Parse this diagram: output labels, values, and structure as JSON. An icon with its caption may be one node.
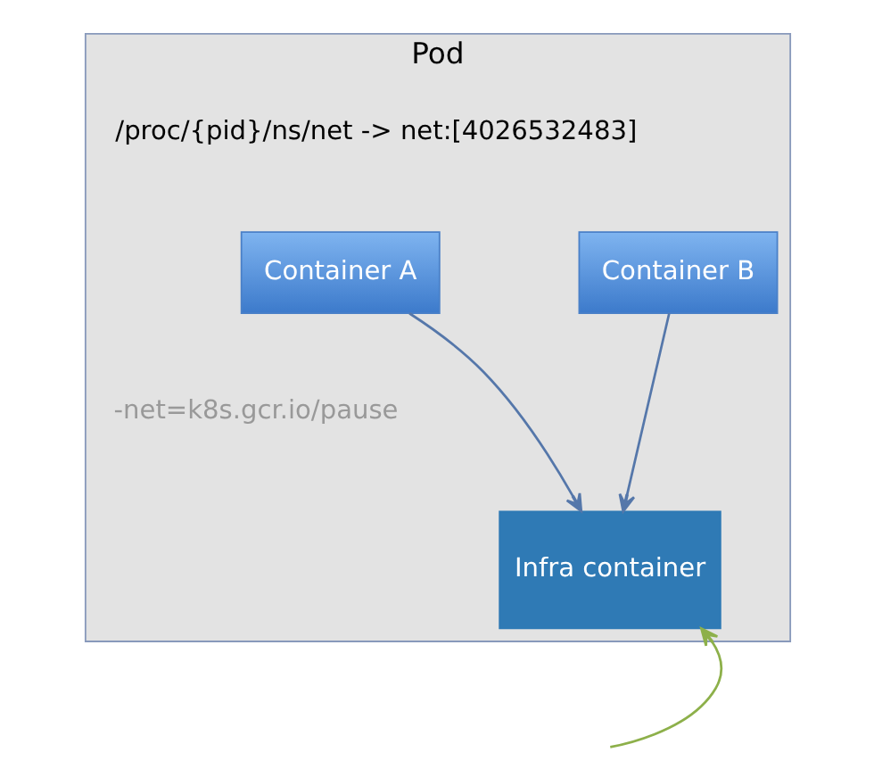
{
  "diagram": {
    "nodes": [
      {
        "text": [
          "Pod"
        ]
      },
      {
        "text": [
          "Container A"
        ],
        "in": 0
      },
      {
        "text": [
          "Container B"
        ],
        "in": 0
      },
      {
        "text": [
          "Infra container"
        ],
        "in": 0
      }
    ],
    "edges": [
      {
        "from": 1,
        "to": 3,
        "arrow": "to"
      },
      {
        "from": 2,
        "to": 3,
        "arrow": "to"
      },
      {
        "from": null,
        "to": 3,
        "arrow": "to",
        "color": "#8db04a"
      }
    ],
    "labels": [
      "/proc/{pid}/ns/net -> net:[4026532483]",
      "-net=k8s.gcr.io/pause"
    ]
  }
}
